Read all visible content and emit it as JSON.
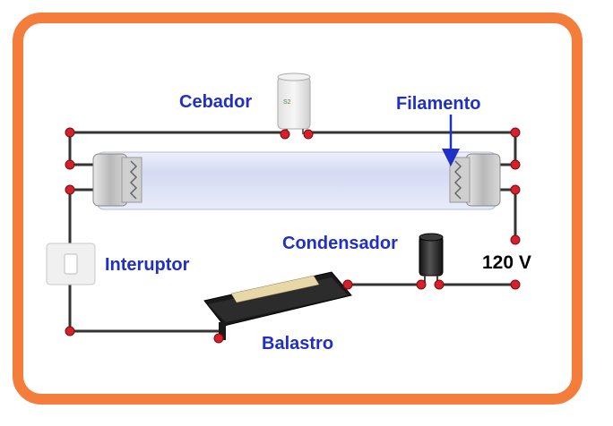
{
  "labels": {
    "cebador": "Cebador",
    "filamento": "Filamento",
    "condensador": "Condensador",
    "interuptor": "Interuptor",
    "balastro": "Balastro",
    "voltage": "120 V"
  },
  "colors": {
    "frame_border": "#f47d3c",
    "label_blue": "#1f2fc8",
    "wire": "#333333",
    "node_red": "#d6202a",
    "tube": "#dfe4f7",
    "ballast_body": "#1a1a1a"
  },
  "icons": {
    "starter": "starter-cylinder-icon",
    "capacitor": "electrolytic-capacitor-icon",
    "switch": "wall-switch-icon",
    "ballast": "ballast-box-icon",
    "tube": "fluorescent-tube-icon"
  }
}
